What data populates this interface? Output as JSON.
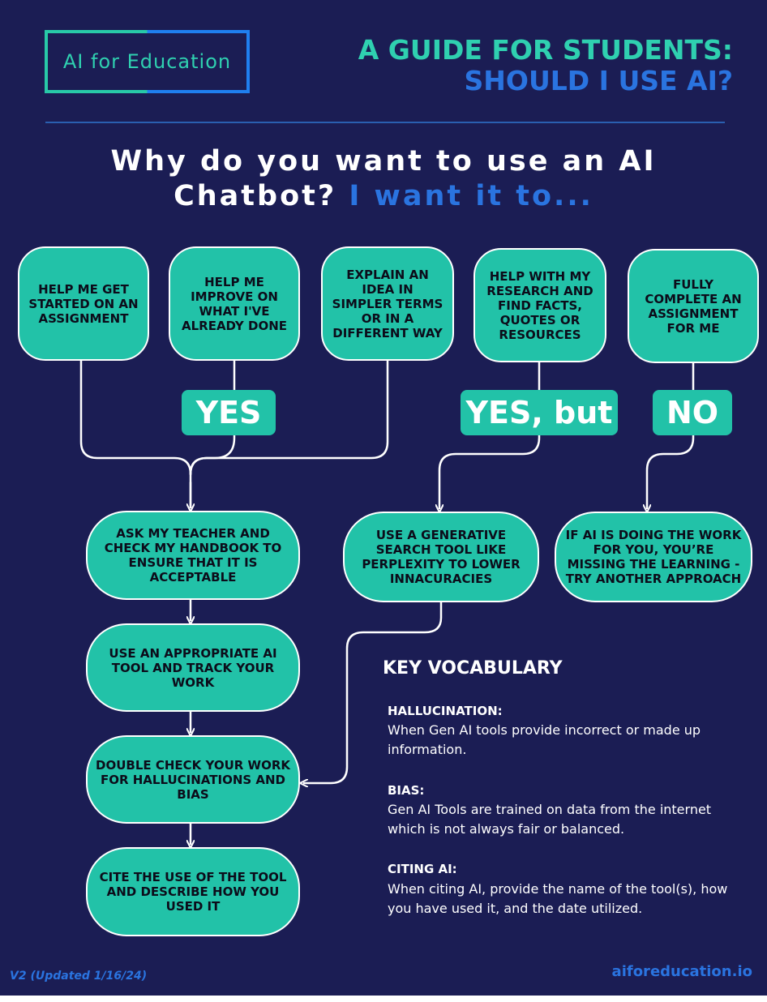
{
  "logo": {
    "text": "AI for Education"
  },
  "header": {
    "line1": "A GUIDE FOR STUDENTS:",
    "line2": "SHOULD I USE AI?"
  },
  "question": {
    "main": "Why do you want to use an AI Chatbot?",
    "highlight": "I want it to..."
  },
  "reasons": [
    "HELP ME GET STARTED ON AN ASSIGNMENT",
    "HELP ME IMPROVE ON WHAT I'VE ALREADY DONE",
    "EXPLAIN AN IDEA IN SIMPLER TERMS OR IN A DIFFERENT WAY",
    "HELP WITH MY RESEARCH AND FIND FACTS, QUOTES OR RESOURCES",
    "FULLY COMPLETE AN ASSIGNMENT FOR ME"
  ],
  "answers": {
    "yes": "YES",
    "yes_but": "YES, but",
    "no": "NO"
  },
  "steps": [
    "ASK MY TEACHER AND CHECK MY HANDBOOK TO ENSURE THAT IT IS ACCEPTABLE",
    "USE AN APPROPRIATE AI TOOL AND TRACK YOUR WORK",
    "DOUBLE CHECK YOUR WORK FOR HALLUCINATIONS AND BIAS",
    "CITE THE USE OF THE TOOL AND DESCRIBE HOW YOU USED IT"
  ],
  "yes_but_step": "USE A GENERATIVE SEARCH TOOL LIKE PERPLEXITY TO LOWER INNACURACIES",
  "no_step": "IF AI IS DOING THE WORK FOR YOU, YOU’RE MISSING THE LEARNING - TRY ANOTHER APPROACH",
  "vocabulary": {
    "title": "KEY VOCABULARY",
    "terms": [
      {
        "term": "HALLUCINATION:",
        "definition": "When Gen AI tools provide incorrect or made up information."
      },
      {
        "term": "BIAS:",
        "definition": "Gen AI Tools are trained on data from the internet which is not always fair or balanced."
      },
      {
        "term": "CITING AI:",
        "definition": "When citing AI, provide the name of the tool(s), how you have used it, and the date utilized."
      }
    ]
  },
  "footer": {
    "version": "V2 (Updated 1/16/24)",
    "website": "aiforeducation.io"
  },
  "colors": {
    "background": "#1b1d54",
    "teal": "#22c2a8",
    "blue": "#2a74e0",
    "white": "#ffffff"
  }
}
